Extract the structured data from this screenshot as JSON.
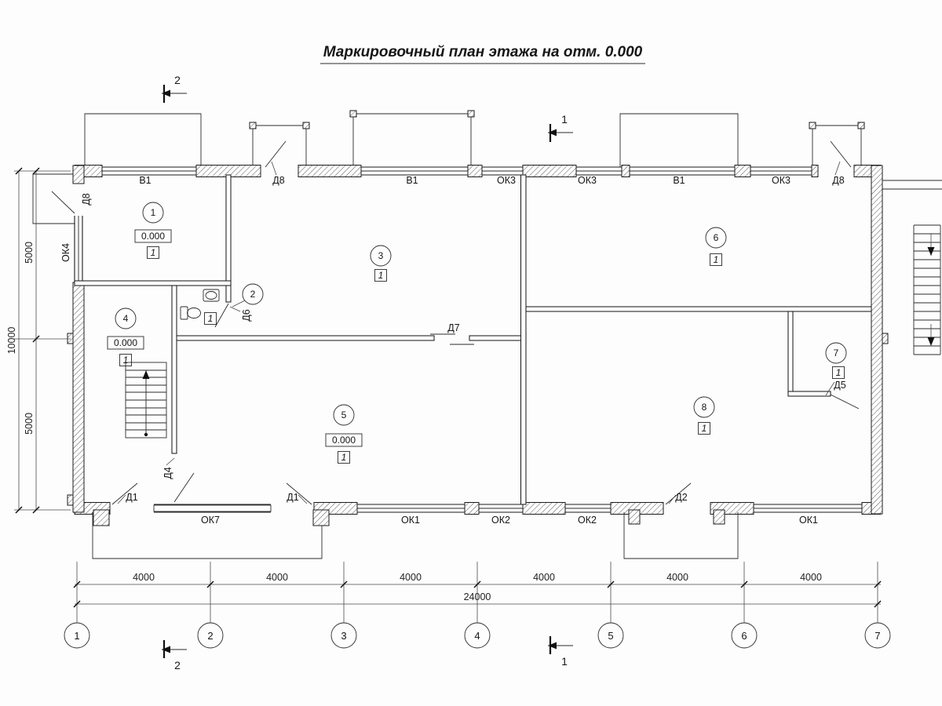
{
  "title": "Маркировочный план этажа на отм. 0.000",
  "section_marks": {
    "cut_2": "2",
    "cut_1": "1"
  },
  "wall_labels": {
    "top": [
      "В1",
      "Д8",
      "В1",
      "ОК3",
      "ОК3",
      "В1",
      "ОК3",
      "Д8"
    ],
    "left": [
      "Д8",
      "ОК4"
    ],
    "bottom": [
      "Д1",
      "ОК7",
      "Д1",
      "ОК1",
      "ОК2",
      "ОК2",
      "Д2",
      "ОК1"
    ],
    "internal": [
      "Д6",
      "Д7",
      "Д4",
      "Д5"
    ]
  },
  "rooms": [
    {
      "num": "1",
      "elev": "0.000",
      "type": "1"
    },
    {
      "num": "2",
      "type": "1"
    },
    {
      "num": "3",
      "type": "1"
    },
    {
      "num": "4",
      "elev": "0.000",
      "type": "1"
    },
    {
      "num": "5",
      "elev": "0.000",
      "type": "1"
    },
    {
      "num": "6",
      "type": "1"
    },
    {
      "num": "7",
      "type": "1"
    },
    {
      "num": "8",
      "type": "1"
    }
  ],
  "dimensions": {
    "bottom_segments": [
      "4000",
      "4000",
      "4000",
      "4000",
      "4000",
      "4000"
    ],
    "bottom_total": "24000",
    "left_segments": [
      "5000",
      "5000"
    ],
    "left_total": "10000"
  },
  "axes": [
    "1",
    "2",
    "3",
    "4",
    "5",
    "6",
    "7"
  ]
}
